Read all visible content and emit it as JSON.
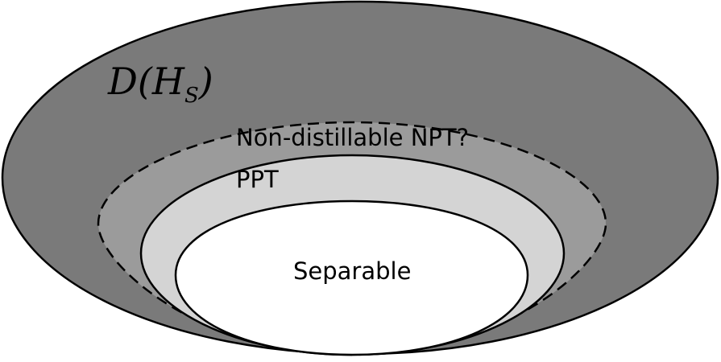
{
  "regions": {
    "state_space": {
      "label_script": "D",
      "label_open": "(",
      "label_hilbert": "H",
      "label_subscript": "S",
      "label_close": ")",
      "fill": "#7a7a7a"
    },
    "non_distillable_npt": {
      "label": "Non-distillable NPT?",
      "fill": "#9b9b9b",
      "border": "dashed"
    },
    "ppt": {
      "label": "PPT",
      "fill": "#d4d4d4",
      "border": "solid"
    },
    "separable": {
      "label": "Separable",
      "fill": "#ffffff",
      "border": "solid"
    }
  },
  "colors": {
    "outline": "#000000"
  }
}
